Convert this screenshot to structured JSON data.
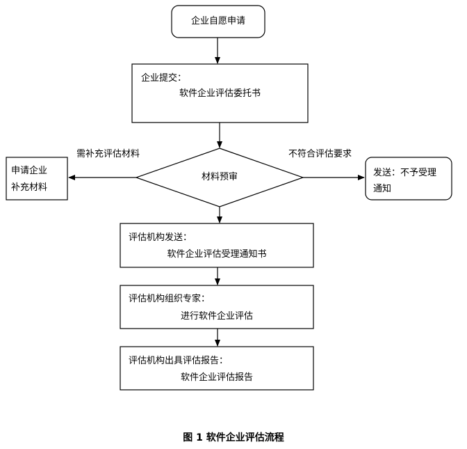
{
  "start": "企业自愿申请",
  "submit": {
    "line1": "企业提交：",
    "line2": "软件企业评估委托书"
  },
  "decision": "材料预审",
  "left_edge": "需补充评估材料",
  "right_edge": "不符合评估要求",
  "left_box": {
    "line1": "申请企业",
    "line2": "补充材料"
  },
  "right_box": {
    "line1": "发送：不予受理",
    "line2": "通知"
  },
  "step1": {
    "line1": "评估机构发送：",
    "line2": "软件企业评估受理通知书"
  },
  "step2": {
    "line1": "评估机构组织专家：",
    "line2": "进行软件企业评估"
  },
  "step3": {
    "line1": "评估机构出具评估报告：",
    "line2": "软件企业评估报告"
  },
  "caption": "图 1  软件企业评估流程"
}
